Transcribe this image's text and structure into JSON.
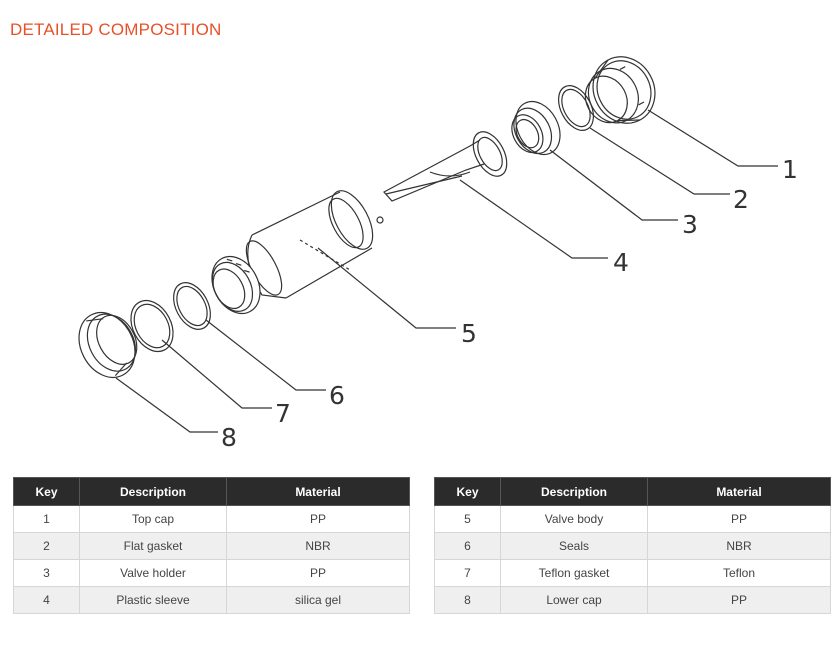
{
  "heading": "DETAILED COMPOSITION",
  "callouts": [
    "1",
    "2",
    "3",
    "4",
    "5",
    "6",
    "7",
    "8"
  ],
  "table_headers": {
    "key": "Key",
    "description": "Description",
    "material": "Material"
  },
  "tables": [
    {
      "rows": [
        {
          "key": "1",
          "description": "Top cap",
          "material": "PP"
        },
        {
          "key": "2",
          "description": "Flat gasket",
          "material": "NBR"
        },
        {
          "key": "3",
          "description": "Valve holder",
          "material": "PP"
        },
        {
          "key": "4",
          "description": "Plastic sleeve",
          "material": "silica gel"
        }
      ]
    },
    {
      "rows": [
        {
          "key": "5",
          "description": "Valve body",
          "material": "PP"
        },
        {
          "key": "6",
          "description": "Seals",
          "material": "NBR"
        },
        {
          "key": "7",
          "description": "Teflon gasket",
          "material": "Teflon"
        },
        {
          "key": "8",
          "description": "Lower cap",
          "material": "PP"
        }
      ]
    }
  ],
  "colors": {
    "heading": "#e8502a",
    "table_header_bg": "#2b2b2b",
    "line": "#333333"
  }
}
